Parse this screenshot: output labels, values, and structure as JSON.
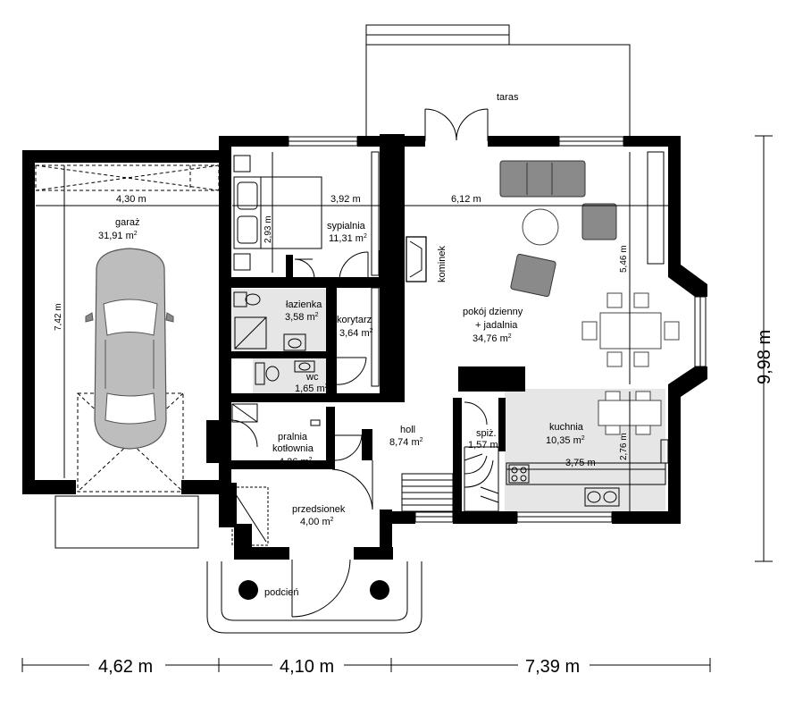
{
  "rooms": [
    {
      "key": "garaz",
      "name": "garaż",
      "area": "31,91 m"
    },
    {
      "key": "sypialnia",
      "name": "sypialnia",
      "area": "11,31 m"
    },
    {
      "key": "lazienka",
      "name": "łazienka",
      "area": "3,58 m"
    },
    {
      "key": "korytarz",
      "name": "korytarz",
      "area": "3,64 m"
    },
    {
      "key": "wc",
      "name": "wc",
      "area": "1,65 m"
    },
    {
      "key": "pralnia",
      "name": "pralnia",
      "name2": "kotłownia",
      "area": "4,26 m"
    },
    {
      "key": "holl",
      "name": "holl",
      "area": "8,74 m"
    },
    {
      "key": "spiz",
      "name": "spiż.",
      "area": "1,57 m"
    },
    {
      "key": "kuchnia",
      "name": "kuchnia",
      "area": "10,35 m"
    },
    {
      "key": "pokoj",
      "name": "pokój dzienny",
      "name2": "+ jadalnia",
      "area": "34,76 m"
    },
    {
      "key": "przedsionek",
      "name": "przedsionek",
      "area": "4,00 m"
    }
  ],
  "sup": "2",
  "labels": {
    "taras": "taras",
    "kominek": "kominek",
    "podcien": "podcień"
  },
  "dims": {
    "garage_width": "4,30 m",
    "bedroom_width": "3,92 m",
    "bedroom_depth": "2,93 m",
    "living_width": "6,12 m",
    "living_depth": "5,46 m",
    "garage_depth": "7,42 m",
    "kitchen_width": "3,75 m",
    "kitchen_depth": "2,76 m",
    "total_depth": "9,98 m",
    "bottom_1": "4,62 m",
    "bottom_2": "4,10 m",
    "bottom_3": "7,39 m"
  }
}
